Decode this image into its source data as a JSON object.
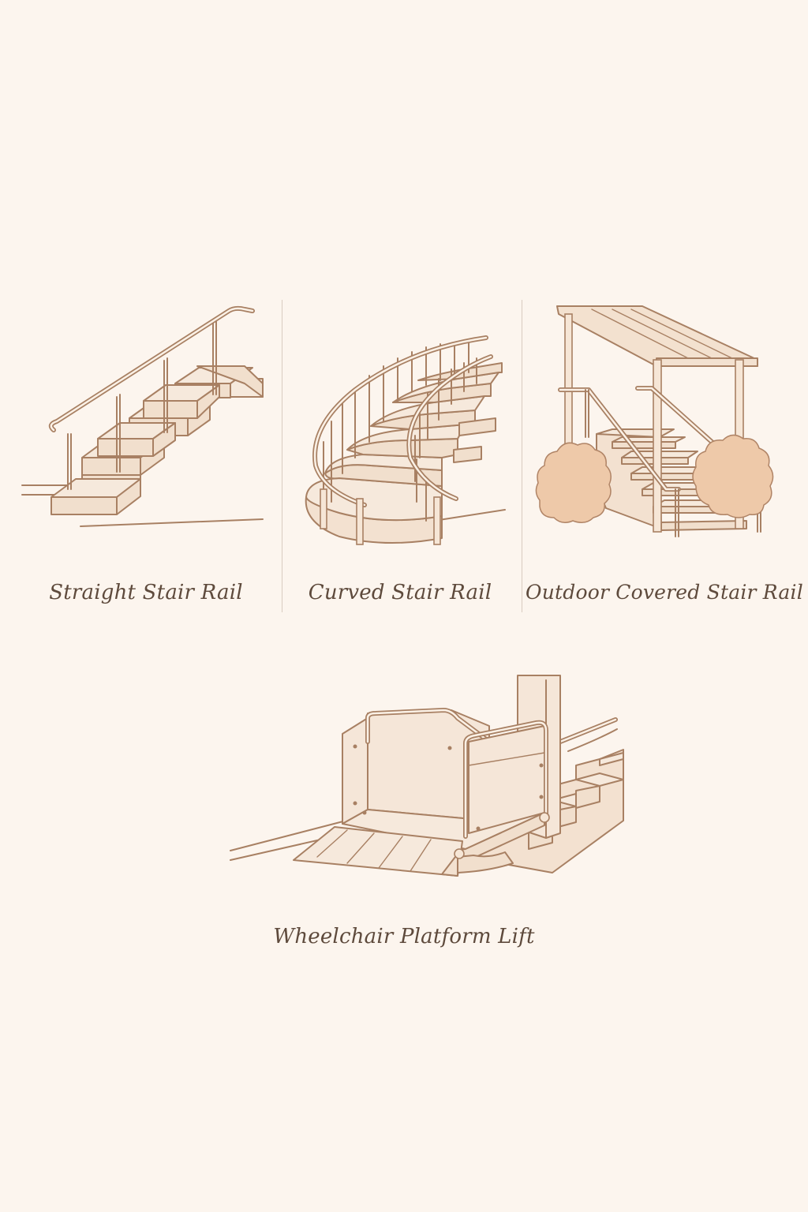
{
  "illustrations": [
    {
      "id": "straight",
      "caption": "Straight Stair Rail",
      "icon": "straight-stair-rail-illustration"
    },
    {
      "id": "curved",
      "caption": "Curved Stair Rail",
      "icon": "curved-stair-rail-illustration"
    },
    {
      "id": "outdoor",
      "caption": "Outdoor Covered Stair Rail",
      "icon": "outdoor-covered-stair-rail-illustration"
    },
    {
      "id": "lift",
      "caption": "Wheelchair Platform Lift",
      "icon": "wheelchair-platform-lift-illustration"
    }
  ],
  "colors": {
    "background": "#fcf5ee",
    "line": "#a88063",
    "fill_light": "#f6e9dc",
    "fill_mid": "#f1dfcd",
    "bush": "#eec9a9",
    "caption_text": "#5e4a3c",
    "divider": "#d9ccc0"
  }
}
